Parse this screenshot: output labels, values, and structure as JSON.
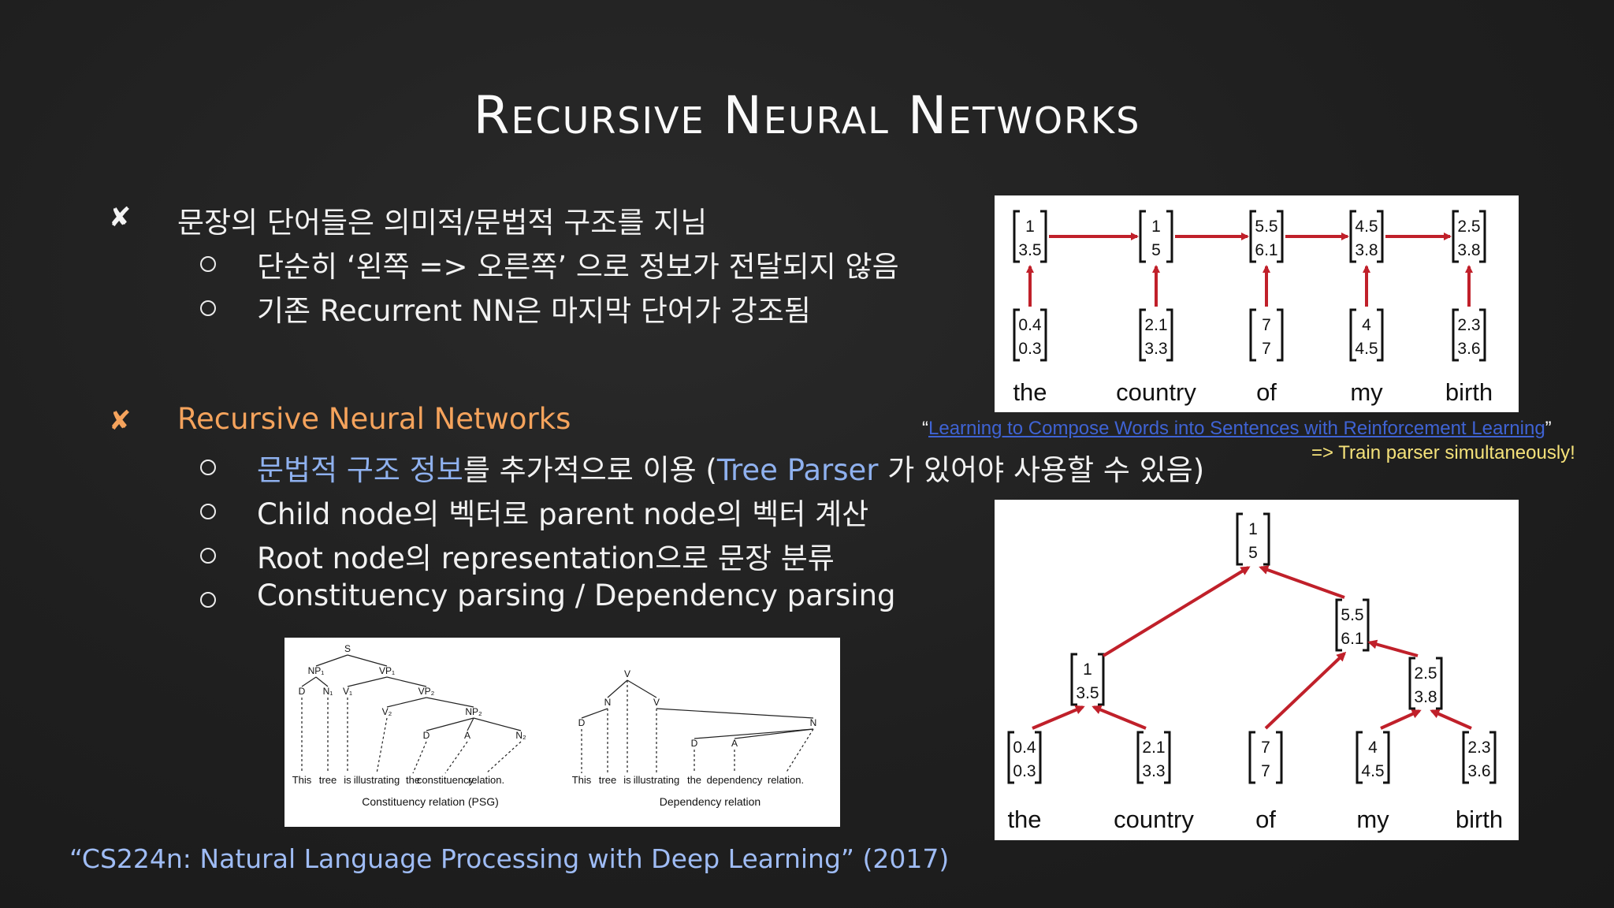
{
  "title": "Recursive Neural Networks",
  "bullets": {
    "b1": {
      "marker": "✘",
      "text": "문장의 단어들은 의미적/문법적 구조를 지님",
      "sub1": "단순히 ‘왼쪽 => 오른쪽’ 으로 정보가 전달되지 않음",
      "sub2": "기존 Recurrent NN은 마지막 단어가 강조됨"
    },
    "b2": {
      "marker": "✘",
      "text": "Recursive Neural Networks",
      "sub1_a": "문법적 구조 정보",
      "sub1_b": "를 추가적으로 이용 (",
      "sub1_c": "Tree Parser",
      "sub1_d": " 가 있어야 사용할 수 있음)",
      "sub2": "Child node의 벡터로 parent node의 벡터 계산",
      "sub3": "Root node의 representation으로 문장 분류",
      "sub4": "Constituency parsing / Dependency parsing"
    }
  },
  "reference": {
    "open_quote": "“",
    "link_text": "Learning to Compose Words into Sentences with Reinforcement Learning",
    "close_quote": "”",
    "note": "=> Train parser simultaneously!"
  },
  "citation": "“CS224n: Natural Language Processing with Deep Learning” (2017)",
  "rnn_figure": {
    "words": [
      "the",
      "country",
      "of",
      "my",
      "birth"
    ],
    "inputs": [
      [
        "0.4",
        "0.3"
      ],
      [
        "2.1",
        "3.3"
      ],
      [
        "7",
        "7"
      ],
      [
        "4",
        "4.5"
      ],
      [
        "2.3",
        "3.6"
      ]
    ],
    "hidden": [
      [
        "1",
        "3.5"
      ],
      [
        "1",
        "5"
      ],
      [
        "5.5",
        "6.1"
      ],
      [
        "4.5",
        "3.8"
      ],
      [
        "2.5",
        "3.8"
      ]
    ]
  },
  "tree_figure": {
    "words": [
      "the",
      "country",
      "of",
      "my",
      "birth"
    ],
    "leaves": [
      [
        "0.4",
        "0.3"
      ],
      [
        "2.1",
        "3.3"
      ],
      [
        "7",
        "7"
      ],
      [
        "4",
        "4.5"
      ],
      [
        "2.3",
        "3.6"
      ]
    ],
    "n_the_country": [
      "1",
      "3.5"
    ],
    "n_my_birth": [
      "2.5",
      "3.8"
    ],
    "n_of_mybirth": [
      "5.5",
      "6.1"
    ],
    "root": [
      "1",
      "5"
    ]
  },
  "parse_figure": {
    "constituency": {
      "caption": "Constituency relation (PSG)",
      "sentence": [
        "This",
        "tree",
        "is",
        "illustrating",
        "the",
        "constituency",
        "relation."
      ],
      "labels": {
        "S": "S",
        "NP1": "NP₁",
        "VP1": "VP₁",
        "D": "D",
        "N1": "N₁",
        "V1": "V₁",
        "VP2": "VP₂",
        "V2": "V₂",
        "NP2": "NP₂",
        "D2": "D",
        "A": "A",
        "N2": "N₂"
      }
    },
    "dependency": {
      "caption": "Dependency relation",
      "sentence": [
        "This",
        "tree",
        "is",
        "illustrating",
        "the",
        "dependency",
        "relation."
      ],
      "labels": {
        "V": "V",
        "N": "N",
        "V2": "V",
        "D": "D",
        "N3": "N",
        "D2": "D",
        "A": "A"
      }
    }
  },
  "colors": {
    "background": "#1f1f1f",
    "accent_orange": "#f5a35c",
    "accent_blue": "#8fb1ef",
    "arrow_red": "#c0202a",
    "link_blue": "#3f63d4",
    "note_yellow": "#f5e27a"
  }
}
